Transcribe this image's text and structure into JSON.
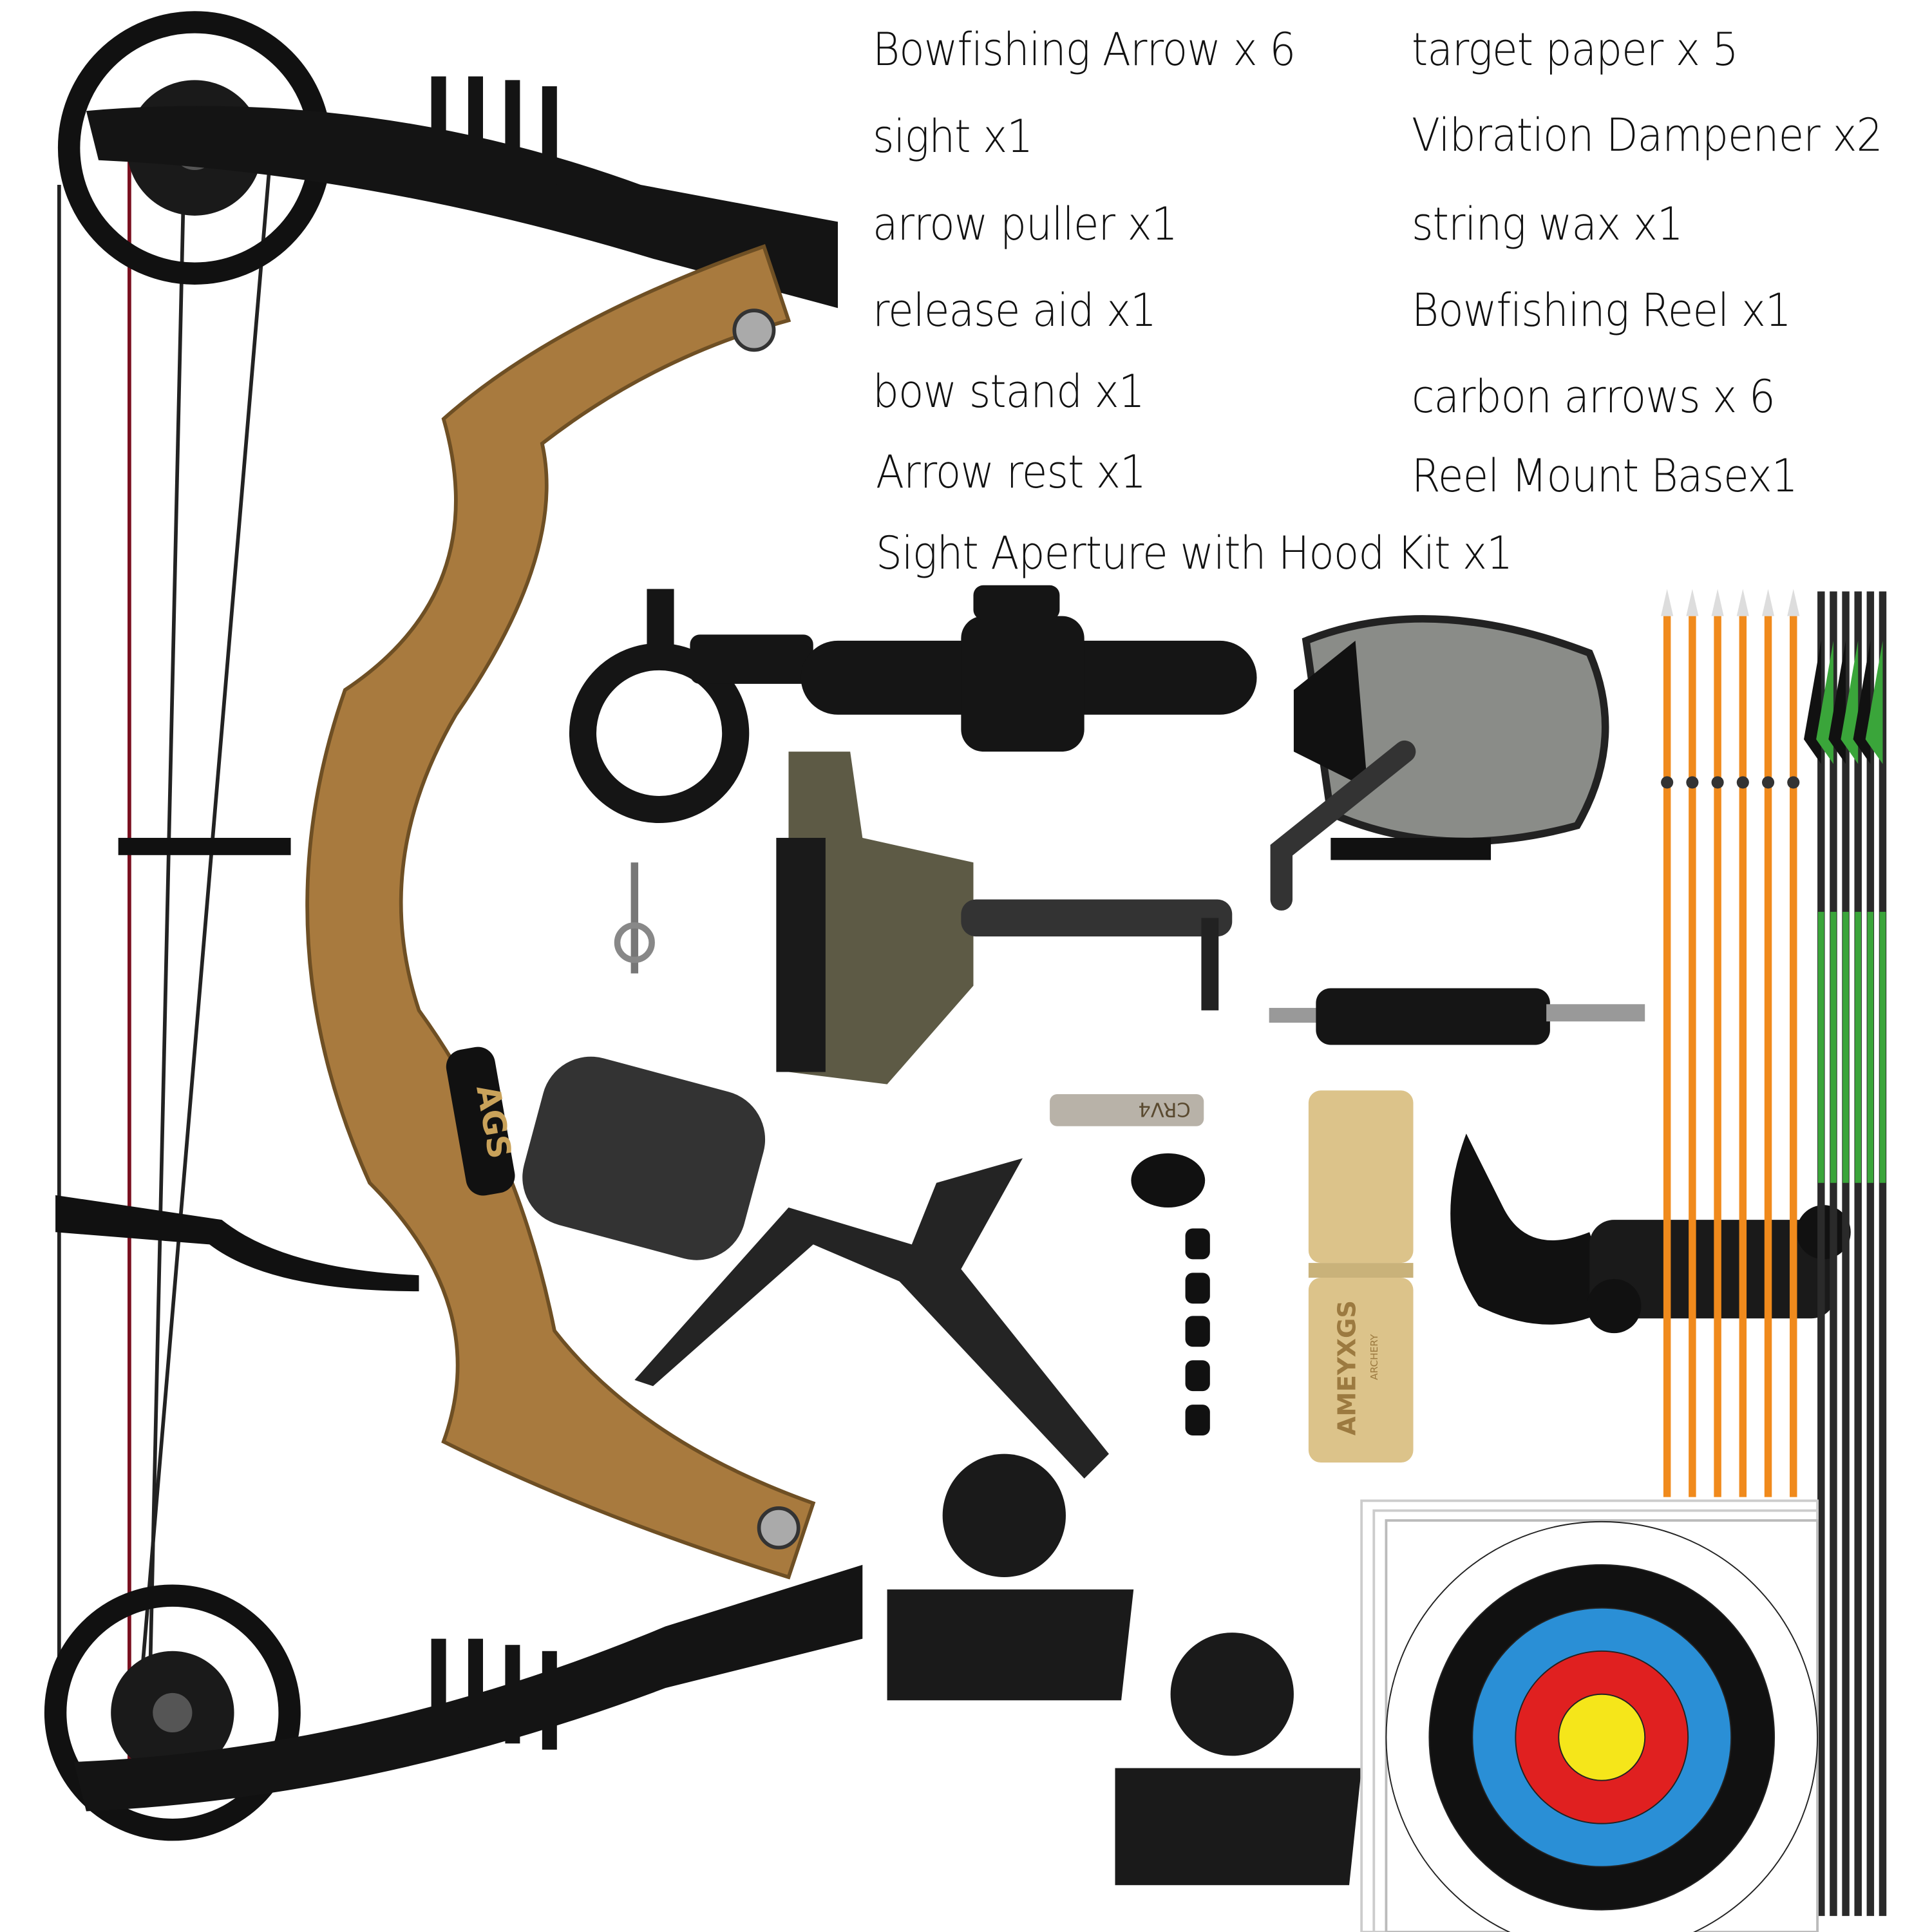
{
  "package_contents": {
    "left_column": [
      "Bowfishing Arrow x 6",
      "sight x1",
      "arrow puller x1",
      "release aid x1",
      "bow stand x1",
      "Arrow rest x1",
      "Sight Aperture with Hood Kit x1"
    ],
    "right_column": [
      "target paper x 5",
      "Vibration Dampener x2",
      "string wax x1",
      "Bowfishing Reel x1",
      "carbon arrows x 6",
      "Reel Mount Basex1"
    ]
  },
  "product_markings": {
    "riser_brand": "AGS",
    "bit_marking": "CRV4",
    "wax_brand": "AMEYXGS",
    "wax_sub": "ARCHERY"
  },
  "colors": {
    "riser": "#a87a3e",
    "limb": "#111111",
    "bowfishing_arrow": "#f08a1c",
    "carbon_fletch_green": "#3aa53a",
    "target_yellow": "#f5e61a",
    "target_red": "#e02020",
    "target_blue": "#2a8fd6"
  }
}
